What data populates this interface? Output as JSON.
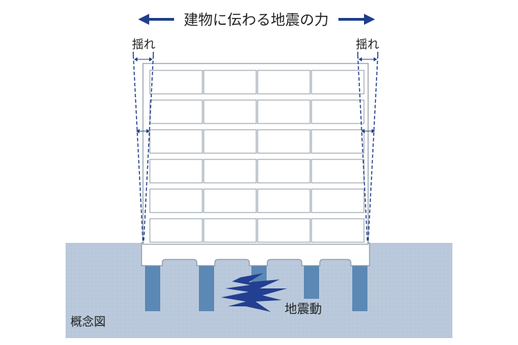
{
  "labels": {
    "force": "建物に伝わる地震の力",
    "sway_left": "揺れ",
    "sway_right": "揺れ",
    "ground_motion": "地震動",
    "concept": "概念図"
  },
  "colors": {
    "ground": "#b8c8da",
    "pile": "#5b88b5",
    "arrow": "#1f3f8c",
    "dashed": "#1f3f8c",
    "wave": "#233f91",
    "text": "#222222",
    "building_outline": "#8a94a0",
    "building_fill": "#ffffff"
  },
  "structure": {
    "floors": 6,
    "columns": 4,
    "piles": 5
  }
}
